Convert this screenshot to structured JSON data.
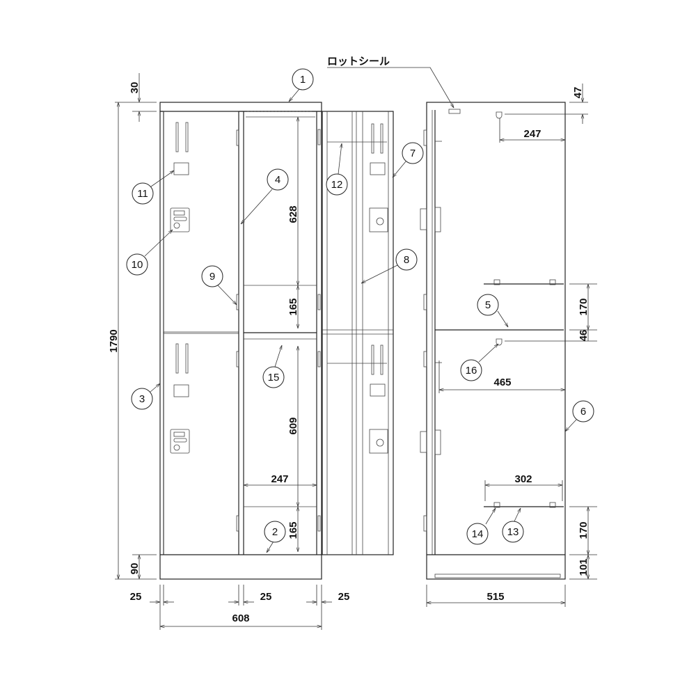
{
  "label_lot_seal": "ロットシール",
  "dimensions": {
    "height_total": "1790",
    "top_cap": "30",
    "base_front": "90",
    "side_gap_left": "25",
    "side_gap_mid": "25",
    "side_gap_right": "25",
    "width_total": "608",
    "depth_total": "515",
    "upper_compartment": "628",
    "upper_shelf": "165",
    "lower_compartment": "609",
    "lower_shelf": "165",
    "inner_width": "247",
    "side_top_offset": "47",
    "side_hook_depth": "247",
    "side_upper_shelf": "170",
    "side_divider": "46",
    "side_inner_depth": "465",
    "side_rail_length": "302",
    "side_lower_shelf": "170",
    "side_base": "101"
  },
  "callouts": [
    "1",
    "2",
    "3",
    "4",
    "5",
    "6",
    "7",
    "8",
    "9",
    "10",
    "11",
    "12",
    "13",
    "14",
    "15",
    "16"
  ]
}
